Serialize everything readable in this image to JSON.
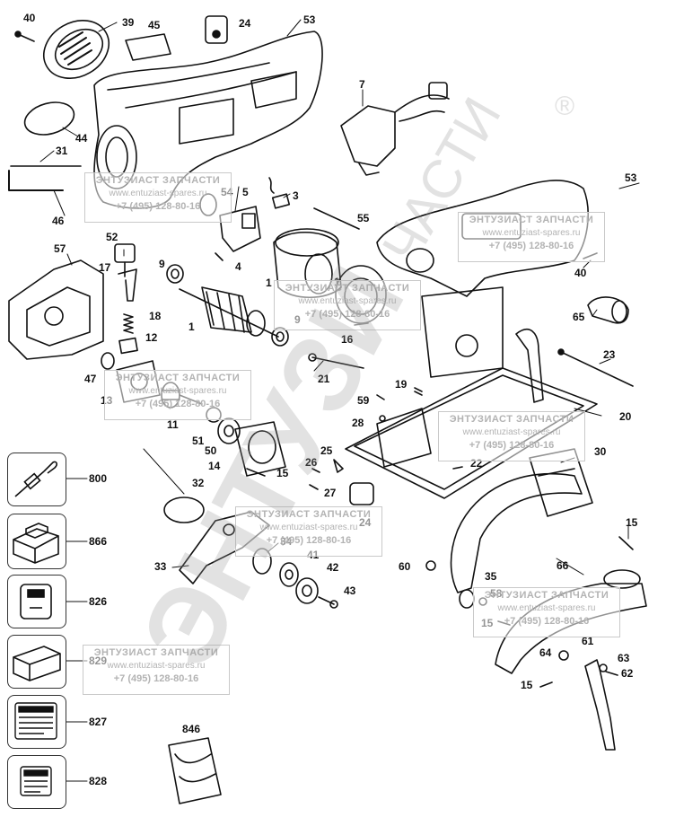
{
  "watermark": {
    "title": "ЭНТУЗИАСТ ЗАПЧАСТИ",
    "url": "www.entuziast-spares.ru",
    "phone": "+7 (495) 128-80-16",
    "big_left": "ЭНТУЗИ",
    "big_right": "ЧАСТИ",
    "registered": "®"
  },
  "part_numbers": {
    "p40a": "40",
    "p39": "39",
    "p45": "45",
    "p24a": "24",
    "p53a": "53",
    "p44": "44",
    "p31": "31",
    "p46": "46",
    "p7": "7",
    "p54": "54",
    "p5": "5",
    "p3": "3",
    "p55": "55",
    "p53b": "53",
    "p57": "57",
    "p52": "52",
    "p17": "17",
    "p9a": "9",
    "p4": "4",
    "p1a": "1",
    "p1b": "1",
    "p1c": "1",
    "p9b": "9",
    "p40b": "40",
    "p65": "65",
    "p18": "18",
    "p12": "12",
    "p16": "16",
    "p23": "23",
    "p47": "47",
    "p13": "13",
    "p21": "21",
    "p19": "19",
    "p59": "59",
    "p28": "28",
    "p20": "20",
    "p11": "11",
    "p51": "51",
    "p50": "50",
    "p14": "14",
    "p15a": "15",
    "p26": "26",
    "p25": "25",
    "p22": "22",
    "p30": "30",
    "p27": "27",
    "p32": "32",
    "p24b": "24",
    "p15b": "15",
    "p34": "34",
    "p41": "41",
    "p42": "42",
    "p33": "33",
    "p43": "43",
    "p60": "60",
    "p66": "66",
    "p35": "35",
    "p58": "58",
    "p15c": "15",
    "p61": "61",
    "p64": "64",
    "p63": "63",
    "p62": "62",
    "p15d": "15",
    "p846": "846"
  },
  "accessories": [
    {
      "number": "800",
      "icon": "work-light-icon"
    },
    {
      "number": "866",
      "icon": "battery-pack-icon"
    },
    {
      "number": "826",
      "icon": "charger-label-icon"
    },
    {
      "number": "829",
      "icon": "charger-icon"
    },
    {
      "number": "827",
      "icon": "warning-label-icon"
    },
    {
      "number": "828",
      "icon": "data-plate-icon"
    }
  ]
}
